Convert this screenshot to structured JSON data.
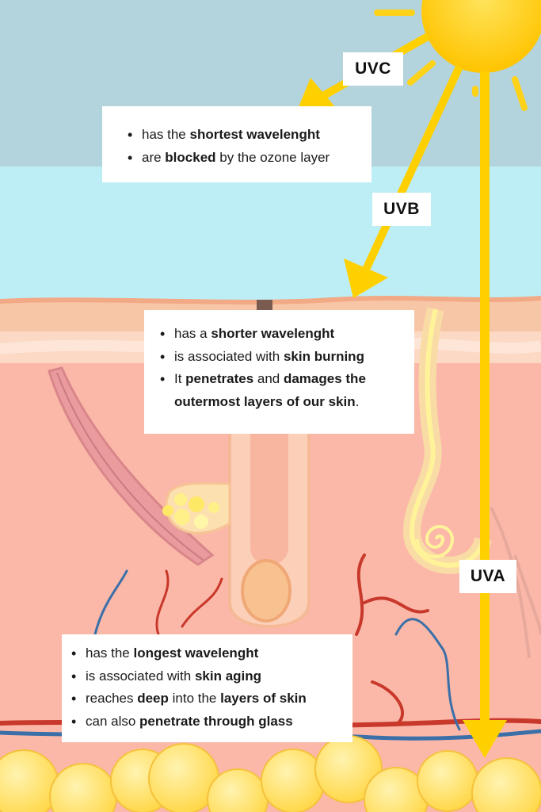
{
  "labels": {
    "uvc": "UVC",
    "uvb": "UVB",
    "uva": "UVA"
  },
  "uvc_box": {
    "items": [
      [
        "has the ",
        "shortest wavelenght",
        ""
      ],
      [
        "are ",
        "blocked",
        " by the ozone layer"
      ]
    ]
  },
  "uvb_box": {
    "items": [
      [
        "has a ",
        "shorter wavelenght",
        ""
      ],
      [
        "is associated with ",
        "skin burning",
        ""
      ],
      [
        "It ",
        "penetrates",
        " and ",
        "damages the outermost layers of our skin",
        "."
      ]
    ]
  },
  "uva_box": {
    "items": [
      [
        "has the ",
        "longest wavelenght",
        ""
      ],
      [
        "is associated with ",
        "skin aging",
        ""
      ],
      [
        "reaches ",
        "deep",
        " into the ",
        "layers of skin",
        ""
      ],
      [
        "can also ",
        "penetrate through glass",
        ""
      ]
    ]
  },
  "colors": {
    "sky": "#b3d3dd",
    "atmosphere": "#bdeef5",
    "epidermis": "#f7c6a7",
    "dermis": "#fbb8a8",
    "sun": "#ffd21a",
    "ray": "#ffd000",
    "fat": "#ffe27a",
    "vein_red": "#c8382b",
    "vein_blue": "#3b6fa8"
  }
}
